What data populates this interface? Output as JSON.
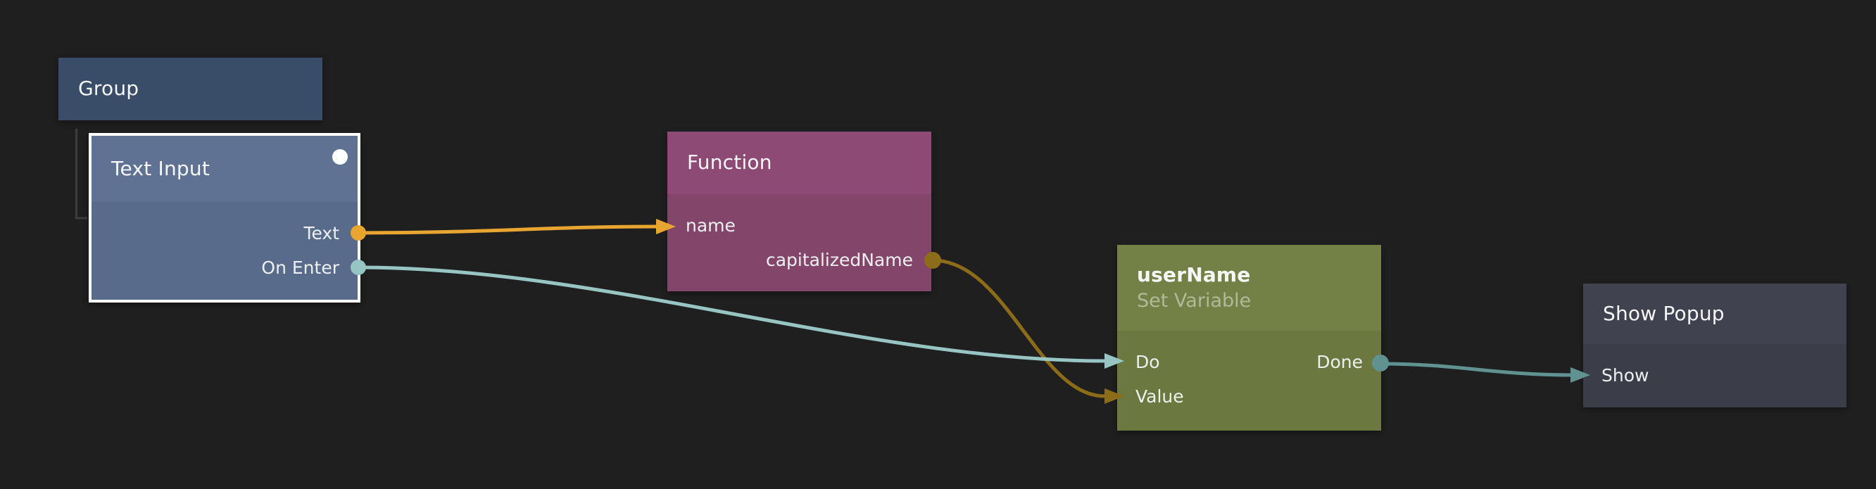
{
  "canvas": {
    "background": "#1f1f1f",
    "hierarchy_line_color": "#3d3d3d",
    "selection_color": "#ffffff"
  },
  "nodes": [
    {
      "id": "group",
      "title": "Group",
      "colors": {
        "header": "#394d69",
        "body": "#394d69"
      },
      "ports": []
    },
    {
      "id": "text-input",
      "title": "Text Input",
      "selected": true,
      "colors": {
        "header": "#5f7293",
        "body": "#596b8a"
      },
      "ports": [
        {
          "label": "Text",
          "direction": "output",
          "color": "#e8a52f"
        },
        {
          "label": "On Enter",
          "direction": "output",
          "color": "#97c5c4"
        }
      ]
    },
    {
      "id": "function",
      "title": "Function",
      "colors": {
        "header": "#8d4a74",
        "body": "#84456a"
      },
      "ports": [
        {
          "label": "name",
          "direction": "input",
          "color": "#e8a52f"
        },
        {
          "label": "capitalizedName",
          "direction": "output",
          "color": "#8c6b19"
        }
      ]
    },
    {
      "id": "username",
      "title": "userName",
      "subtitle": "Set Variable",
      "colors": {
        "header": "#738046",
        "body": "#6b7840"
      },
      "ports": [
        {
          "label": "Do",
          "direction": "input",
          "color": "#97c5c4"
        },
        {
          "label": "Done",
          "direction": "output",
          "color": "#5f9291"
        },
        {
          "label": "Value",
          "direction": "input",
          "color": "#8c6b19"
        }
      ]
    },
    {
      "id": "show-popup",
      "title": "Show Popup",
      "colors": {
        "header": "#40434f",
        "body": "#3b3e48"
      },
      "ports": [
        {
          "label": "Show",
          "direction": "input",
          "color": "#5f9291"
        }
      ]
    }
  ],
  "connections": [
    {
      "from": "Text Input.Text",
      "to": "Function.name",
      "color": "#e8a52f"
    },
    {
      "from": "Text Input.On Enter",
      "to": "userName.Do",
      "color": "#97c5c4"
    },
    {
      "from": "Function.capitalizedName",
      "to": "userName.Value",
      "color": "#8c6b19"
    },
    {
      "from": "userName.Done",
      "to": "Show Popup.Show",
      "color": "#5f9291"
    }
  ]
}
